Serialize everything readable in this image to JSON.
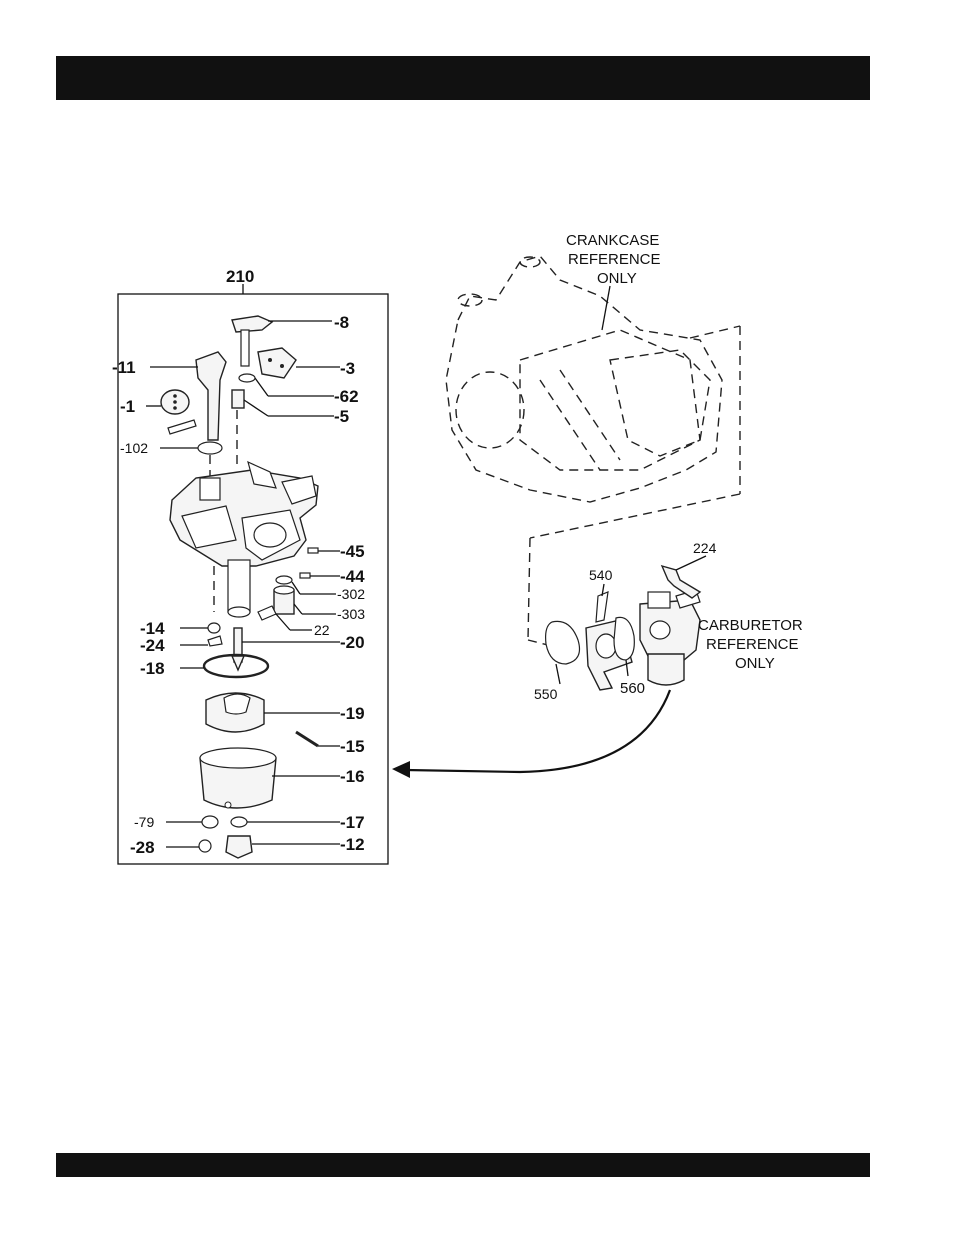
{
  "header": {
    "title": ""
  },
  "footer": {
    "text": ""
  },
  "diagram": {
    "assembly_number": "210",
    "callouts": {
      "p8": "-8",
      "p3": "-3",
      "p62": "-62",
      "p5": "-5",
      "p11": "-11",
      "p1": "-1",
      "p102": "-102",
      "p45": "-45",
      "p44": "-44",
      "p302": "-302",
      "p303": "-303",
      "p22": "22",
      "p14": "-14",
      "p24": "-24",
      "p20": "-20",
      "p18": "-18",
      "p19": "-19",
      "p15": "-15",
      "p16": "-16",
      "p79": "-79",
      "p17": "-17",
      "p28": "-28",
      "p12": "-12"
    },
    "reference_callouts": {
      "r224": "224",
      "r540": "540",
      "r550": "550",
      "r560": "560"
    },
    "crankcase_note": [
      "CRANKCASE",
      "REFERENCE",
      "ONLY"
    ],
    "carburetor_note": [
      "CARBURETOR",
      "REFERENCE",
      "ONLY"
    ]
  }
}
